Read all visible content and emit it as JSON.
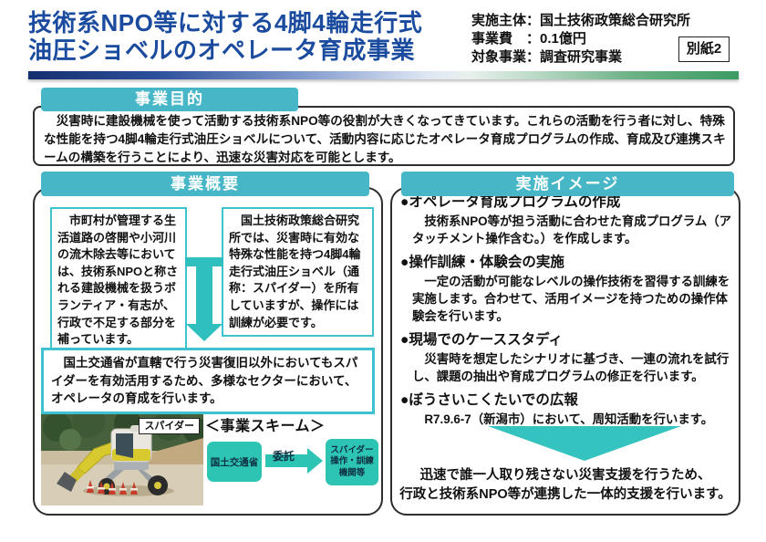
{
  "page": {
    "appendix_label": "別紙2"
  },
  "header": {
    "title_line1": "技術系NPO等に対する4脚4輪走行式",
    "title_line2": "油圧ショベルのオペレータ育成事業",
    "meta_line1": "実施主体：国土技術政策総合研究所",
    "meta_line2": "事業費　：0.1億円",
    "meta_line3": "対象事業：調査研究事業"
  },
  "purpose": {
    "heading": "事業目的",
    "body": "　災害時に建設機械を使って活動する技術系NPO等の役割が大きくなってきています。これらの活動を行う者に対し、特殊な性能を持つ4脚4輪走行式油圧ショベルについて、活動内容に応じたオペレータ育成プログラムの作成、育成及び連携スキームの構築を行うことにより、迅速な災害対応を可能とします。"
  },
  "overview": {
    "heading": "事業概要",
    "box_left": "　市町村が管理する生活道路の啓開や小河川の流木除去等においては、技術系NPOと称される建設機械を扱うボランティア・有志が、行政で不足する部分を補っています。",
    "box_right": "　国土技術政策総合研究所では、災害時に有効な特殊な性能を持つ4脚4輪走行式油圧ショベル（通称：スパイダー）を所有していますが、操作には訓練が必要です。",
    "highlight": "　国土交通省が直轄で行う災害復旧以外においてもスパイダーを有効活用するため、多様なセクターにおいて、オペレータの育成を行います。",
    "photo_label": "スパイダー",
    "scheme_title": "＜事業スキーム＞",
    "scheme": {
      "from": "国土交通省",
      "arrow_label": "委託",
      "to_line1": "スパイダー",
      "to_line2": "操作・訓練",
      "to_line3": "機関等"
    }
  },
  "implementation": {
    "heading": "実施イメージ",
    "items": [
      {
        "title": "●オペレータ育成プログラムの作成",
        "body": "　技術系NPO等が担う活動に合わせた育成プログラム（アタッチメント操作含む。）を作成します。"
      },
      {
        "title": "●操作訓練・体験会の実施",
        "body": "　一定の活動が可能なレベルの操作技術を習得する訓練を実施します。合わせて、活用イメージを持つための操作体験会を行います。"
      },
      {
        "title": "●現場でのケーススタディ",
        "body": "　災害時を想定したシナリオに基づき、一連の流れを試行し、課題の抽出や育成プログラムの修正を行います。"
      },
      {
        "title": "●ぼうさいこくたいでの広報",
        "body": "　R7.9.6-7（新潟市）において、周知活動を行います。"
      }
    ],
    "conclusion_line1": "迅速で誰一人取り残さない災害支援を行うため、",
    "conclusion_line2": "行政と技術系NPO等が連携した一体的支援を行います。"
  },
  "colors": {
    "title_blue": "#1a4b9e",
    "tab_teal": "#47b7c8",
    "box_border_teal": "#3ec2cf",
    "scheme_teal": "#2ec4b4",
    "arrow_teal": "#2fbfbf",
    "gradient_left_navy": "#142f6e",
    "gradient_right_green": "#3c9b62"
  }
}
